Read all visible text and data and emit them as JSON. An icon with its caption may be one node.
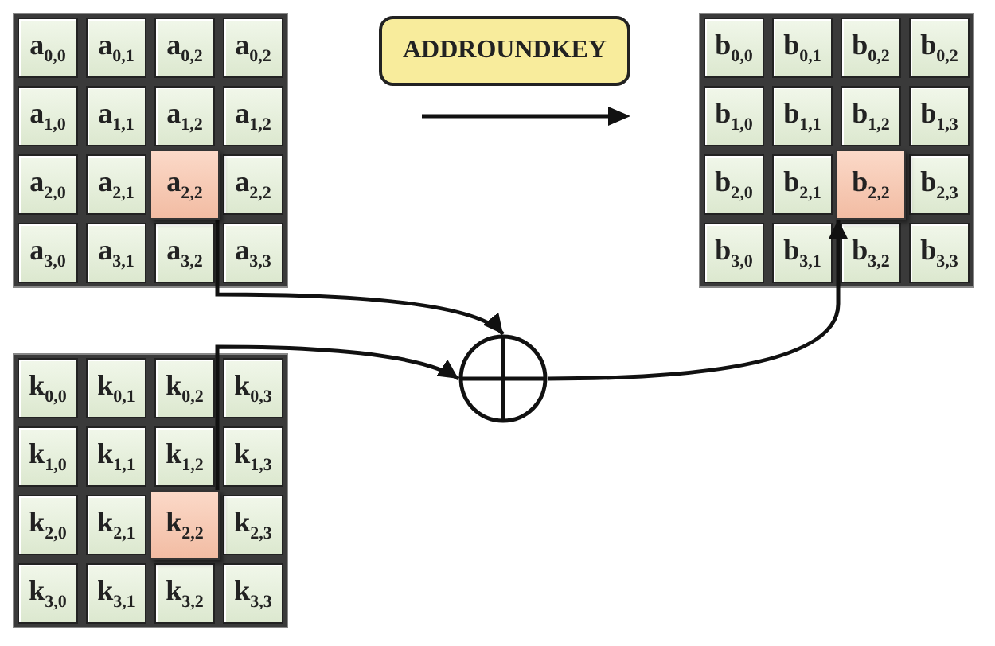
{
  "diagram": {
    "nodes": [
      {
        "text": [],
        "shape": "box"
      },
      {
        "text": [
          "a$_{0,0}$"
        ],
        "in": 0
      },
      {
        "text": [
          "a$_{0,1}$"
        ],
        "in": 0
      },
      {
        "text": [
          "a$_{0,2}$"
        ],
        "in": 0
      },
      {
        "text": [
          "a$_{0,2}$"
        ],
        "in": 0
      },
      {
        "text": [
          "a$_{1,0}$"
        ],
        "in": 0
      },
      {
        "text": [
          "a$_{1,1}$"
        ],
        "in": 0
      },
      {
        "text": [
          "a$_{1,2}$"
        ],
        "in": 0
      },
      {
        "text": [
          "a$_{1,2}$"
        ],
        "in": 0
      },
      {
        "text": [
          "a$_{2,0}$"
        ],
        "in": 0
      },
      {
        "text": [
          "a$_{2,1}$"
        ],
        "in": 0
      },
      {
        "text": [
          "a$_{2,2}$"
        ],
        "in": 0
      },
      {
        "text": [
          "a$_{2,2}$"
        ],
        "in": 0
      },
      {
        "text": [
          "a$_{3,0}$"
        ],
        "in": 0
      },
      {
        "text": [
          "a$_{3,1}$"
        ],
        "in": 0
      },
      {
        "text": [
          "a$_{3,2}$"
        ],
        "in": 0
      },
      {
        "text": [
          "a$_{3,3}$"
        ],
        "in": 0
      },
      {
        "text": [
          "ADDROUNDKEY"
        ]
      },
      {
        "text": [],
        "shape": "box"
      },
      {
        "text": [
          "b$_{0,0}$"
        ],
        "in": 18
      },
      {
        "text": [
          "b$_{0,1}$"
        ],
        "in": 18
      },
      {
        "text": [
          "b$_{0,2}$"
        ],
        "in": 18
      },
      {
        "text": [
          "b$_{0,2}$"
        ],
        "in": 18
      },
      {
        "text": [
          "b$_{1,0}$"
        ],
        "in": 18
      },
      {
        "text": [
          "b$_{1,1}$"
        ],
        "in": 18
      },
      {
        "text": [
          "b$_{1,2}$"
        ],
        "in": 18
      },
      {
        "text": [
          "b$_{1,3}$"
        ],
        "in": 18
      },
      {
        "text": [
          "b$_{2,0}$"
        ],
        "in": 18
      },
      {
        "text": [
          "b$_{2,1}$"
        ],
        "in": 18
      },
      {
        "text": [
          "b$_{2,2}$"
        ],
        "in": 18
      },
      {
        "text": [
          "b$_{2,3}$"
        ],
        "in": 18
      },
      {
        "text": [
          "b$_{3,0}$"
        ],
        "in": 18
      },
      {
        "text": [
          "b$_{3,1}$"
        ],
        "in": 18
      },
      {
        "text": [
          "b$_{3,2}$"
        ],
        "in": 18
      },
      {
        "text": [
          "b$_{3,3}$"
        ],
        "in": 18
      },
      {
        "text": [],
        "shape": "box"
      },
      {
        "text": [
          "k$_{0,0}$"
        ],
        "in": 35
      },
      {
        "text": [
          "k$_{0,1}$"
        ],
        "in": 35
      },
      {
        "text": [
          "k$_{0,2}$"
        ],
        "in": 35
      },
      {
        "text": [
          "k$_{0,3}$"
        ],
        "in": 35
      },
      {
        "text": [
          "k$_{1,0}$"
        ],
        "in": 35
      },
      {
        "text": [
          "k$_{1,1}$"
        ],
        "in": 35
      },
      {
        "text": [
          "k$_{1,2}$"
        ],
        "in": 35
      },
      {
        "text": [
          "k$_{1,3}$"
        ],
        "in": 35
      },
      {
        "text": [
          "k$_{2,0}$"
        ],
        "in": 35
      },
      {
        "text": [
          "k$_{2,1}$"
        ],
        "in": 35
      },
      {
        "text": [
          "k$_{2,2}$"
        ],
        "in": 35
      },
      {
        "text": [
          "k$_{2,3}$"
        ],
        "in": 35
      },
      {
        "text": [
          "k$_{3,0}$"
        ],
        "in": 35
      },
      {
        "text": [
          "k$_{3,1}$"
        ],
        "in": 35
      },
      {
        "text": [
          "k$_{3,2}$"
        ],
        "in": 35
      },
      {
        "text": [
          "k$_{3,3}$"
        ],
        "in": 35
      },
      {
        "text": [],
        "shape": "circle"
      }
    ],
    "edges": [
      {
        "from": 11,
        "to": 52,
        "arrow": "to"
      },
      {
        "from": 46,
        "to": 52,
        "arrow": "to"
      },
      {
        "from": 52,
        "to": 29,
        "arrow": "to"
      }
    ]
  }
}
